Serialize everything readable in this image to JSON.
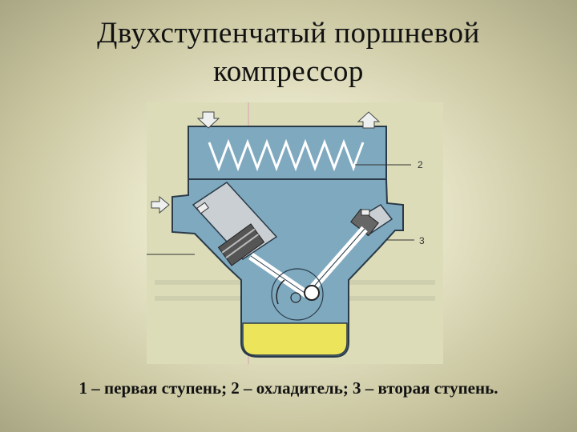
{
  "slide": {
    "title_line1": "Двухступенчатый поршневой",
    "title_line2": "компрессор",
    "caption": "1 – первая ступень;  2 – охладитель; 3 – вторая ступень."
  },
  "diagram": {
    "labels": {
      "cooler": "2",
      "second_stage": "3"
    },
    "colors": {
      "paper": "#dcddb8",
      "body_blue": "#7fa9bf",
      "cylinder_gray": "#c9cfd3",
      "oil_yellow": "#ece45a",
      "outline": "#2a3a48"
    }
  }
}
